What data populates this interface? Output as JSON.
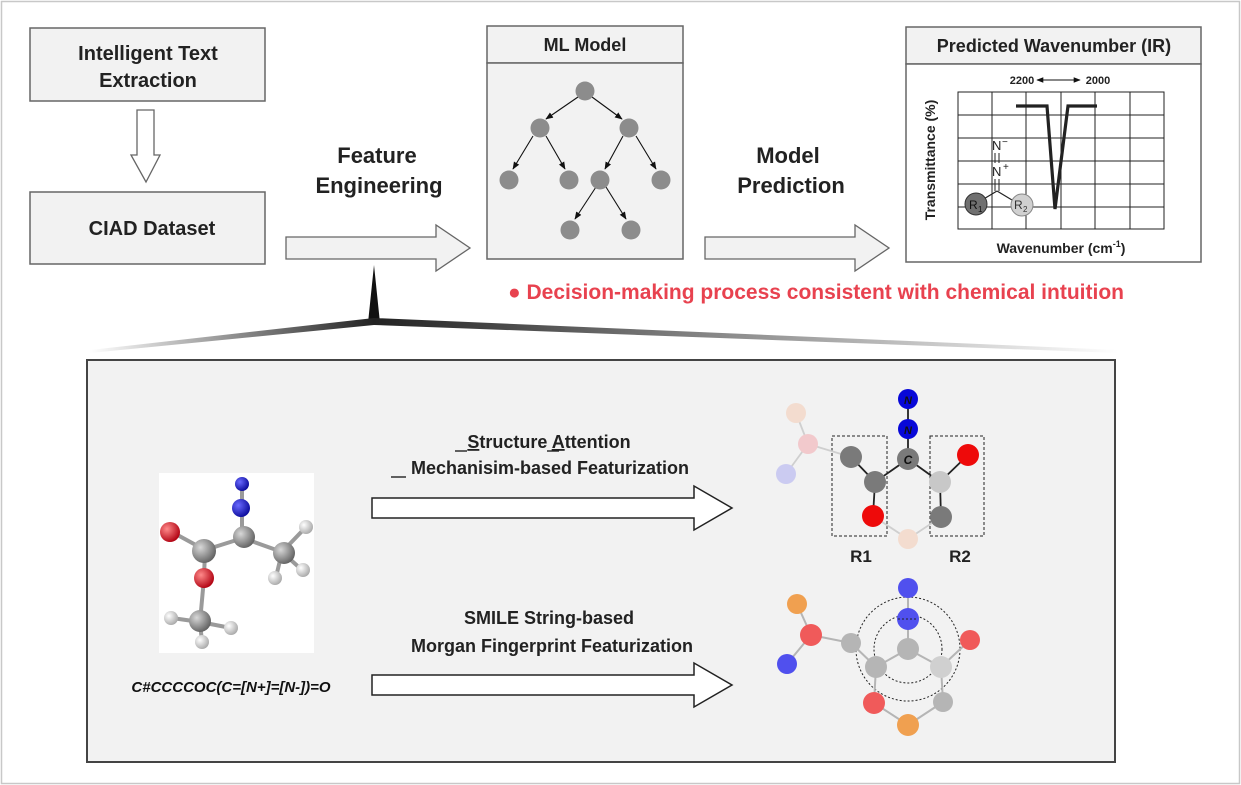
{
  "steps": {
    "text_extraction": [
      "Intelligent  Text",
      "Extraction"
    ],
    "dataset": "CIAD Dataset",
    "feature_engineering": [
      "Feature",
      "Engineering"
    ],
    "ml_model": "ML Model",
    "model_prediction": [
      "Model",
      "Prediction"
    ],
    "predicted_wavenumber": "Predicted Wavenumber (IR)"
  },
  "ir_plot": {
    "range_left": "2200",
    "range_right": "2000",
    "ylabel": "Transmittance (%)",
    "xlabel": "Wavenumber (cm",
    "xlabel_sup": "-1",
    "xlabel_close": ")"
  },
  "highlight": {
    "text": "● Decision-making process consistent with chemical intuition",
    "color": "#e8424f"
  },
  "featurization": {
    "smiles": "C#CCCCOC(C=[N+]=[N-])=O",
    "structure": {
      "line1": [
        "S",
        "tructure ",
        "A",
        "ttention"
      ],
      "line2": [
        "M",
        "echanisim-based Featurization"
      ]
    },
    "smile_lines": [
      "SMILE  String-based",
      "Morgan Fingerprint Featurization"
    ],
    "r1": "R1",
    "r2": "R2"
  },
  "colors": {
    "node_gray": "#8c8c8c",
    "nitrogen": "#1010cc",
    "oxygen": "#e8101a",
    "highlight_red": "#e8424f"
  }
}
